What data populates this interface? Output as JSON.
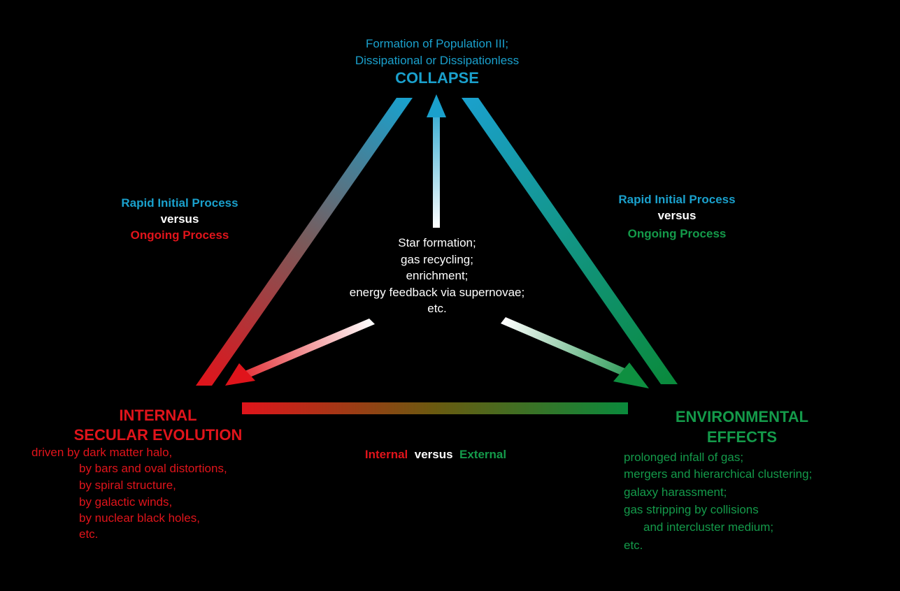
{
  "top": {
    "line1": "Formation of Population III;",
    "line2": "Dissipational or Dissipationless",
    "title": "COLLAPSE"
  },
  "center": {
    "lines": [
      "Star formation;",
      "gas recycling;",
      "enrichment;",
      "energy feedback via supernovae;",
      "etc."
    ]
  },
  "left_edge": {
    "rapid": "Rapid Initial Process",
    "versus": "versus",
    "ongoing": "Ongoing Process"
  },
  "right_edge": {
    "rapid": "Rapid Initial Process",
    "versus": "versus",
    "ongoing": "Ongoing Process"
  },
  "internal": {
    "title1": "INTERNAL",
    "title2": "SECULAR EVOLUTION",
    "lines": [
      "driven by dark matter halo,",
      "by bars and oval distortions,",
      "by spiral structure,",
      "by galactic winds,",
      "by nuclear black holes,",
      "etc."
    ]
  },
  "environmental": {
    "title1": "ENVIRONMENTAL",
    "title2": "EFFECTS",
    "lines": [
      "prolonged infall of gas;",
      "mergers and hierarchical clustering;",
      "galaxy harassment;",
      "gas stripping by collisions",
      "and intercluster medium;",
      "etc."
    ]
  },
  "bottom": {
    "internal": "Internal",
    "versus": "versus",
    "external": "External"
  },
  "colors": {
    "cyan": "#1aa0cc",
    "red": "#e0141b",
    "green": "#149a4a",
    "white": "#ffffff"
  }
}
